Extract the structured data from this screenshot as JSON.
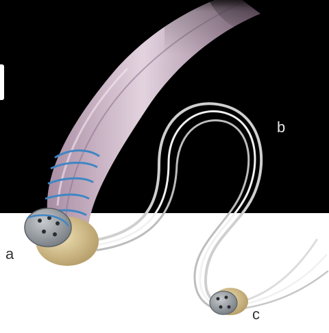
{
  "labels": {
    "a": "a",
    "b": "b",
    "c": "c"
  },
  "colors": {
    "top_background": "#000000",
    "bottom_background": "#ffffff",
    "tendon": "#c9b2c4",
    "suture": "#3f86c4",
    "button_gold": "#d8c389",
    "button_steel": "#9ea3a8",
    "loop_thread": "#e8e8e8"
  }
}
